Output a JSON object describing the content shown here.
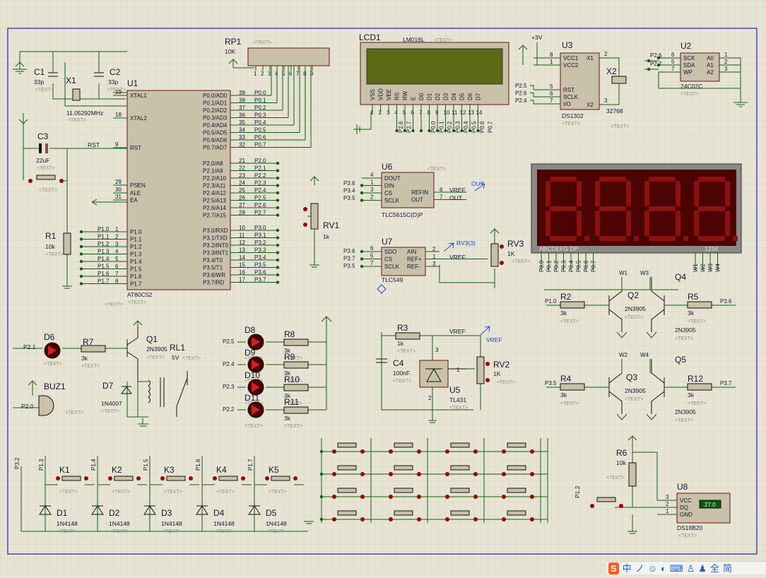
{
  "schematic": {
    "crystal_section": {
      "c1": {
        "ref": "C1",
        "value": "33p"
      },
      "c2": {
        "ref": "C2",
        "value": "33p"
      },
      "x1": {
        "ref": "X1",
        "value": "11.05292MHz"
      },
      "c3": {
        "ref": "C3",
        "value": "22uF"
      },
      "r1": {
        "ref": "R1",
        "value": "10k"
      }
    },
    "placeholder_text": "<TEXT>",
    "u1": {
      "ref": "U1",
      "part": "AT80C52",
      "left_pins": [
        {
          "num": "19",
          "name": "XTAL1"
        },
        {
          "num": "18",
          "name": "XTAL2"
        },
        {
          "num": "9",
          "name": "RST"
        },
        {
          "num": "29",
          "name": "PSEN"
        },
        {
          "num": "30",
          "name": "ALE"
        },
        {
          "num": "31",
          "name": "EA"
        }
      ],
      "rst_net": "RST",
      "p1_pins": [
        {
          "num": "1",
          "name": "P1.0",
          "net": "P1.0"
        },
        {
          "num": "2",
          "name": "P1.1",
          "net": "P1.1"
        },
        {
          "num": "3",
          "name": "P1.2",
          "net": "P1.2"
        },
        {
          "num": "4",
          "name": "P1.3",
          "net": "P1.3"
        },
        {
          "num": "5",
          "name": "P1.4",
          "net": "P1.4"
        },
        {
          "num": "6",
          "name": "P1.5",
          "net": "P1.5"
        },
        {
          "num": "7",
          "name": "P1.6",
          "net": "P1.6"
        },
        {
          "num": "8",
          "name": "P1.7",
          "net": "P1.7"
        }
      ],
      "p0_pins": [
        {
          "num": "39",
          "name": "P0.0/AD0",
          "net": "P0.0"
        },
        {
          "num": "38",
          "name": "P0.1/AD1",
          "net": "P0.1"
        },
        {
          "num": "37",
          "name": "P0.2/AD2",
          "net": "P0.2"
        },
        {
          "num": "36",
          "name": "P0.3/AD3",
          "net": "P0.3"
        },
        {
          "num": "35",
          "name": "P0.4/AD4",
          "net": "P0.4"
        },
        {
          "num": "34",
          "name": "P0.5/AD5",
          "net": "P0.5"
        },
        {
          "num": "33",
          "name": "P0.6/AD6",
          "net": "P0.6"
        },
        {
          "num": "32",
          "name": "P0.7/AD7",
          "net": "P0.7"
        }
      ],
      "p2_pins": [
        {
          "num": "21",
          "name": "P2.0/A8",
          "net": "P2.0"
        },
        {
          "num": "22",
          "name": "P2.1/A9",
          "net": "P2.1"
        },
        {
          "num": "23",
          "name": "P2.2/A10",
          "net": "P2.2"
        },
        {
          "num": "24",
          "name": "P2.3/A11",
          "net": "P2.3"
        },
        {
          "num": "25",
          "name": "P2.4/A12",
          "net": "P2.4"
        },
        {
          "num": "26",
          "name": "P2.5/A13",
          "net": "P2.5"
        },
        {
          "num": "27",
          "name": "P2.6/A14",
          "net": "P2.6"
        },
        {
          "num": "28",
          "name": "P2.7/A15",
          "net": "P2.7"
        }
      ],
      "p3_pins": [
        {
          "num": "10",
          "name": "P3.0/RXD",
          "net": "P3.0"
        },
        {
          "num": "11",
          "name": "P3.1/TXD",
          "net": "P3.1"
        },
        {
          "num": "12",
          "name": "P3.2/INT0",
          "net": "P3.2"
        },
        {
          "num": "13",
          "name": "P3.3/INT1",
          "net": "P3.3"
        },
        {
          "num": "14",
          "name": "P3.4/T0",
          "net": "P3.4"
        },
        {
          "num": "15",
          "name": "P3.5/T1",
          "net": "P3.5"
        },
        {
          "num": "16",
          "name": "P3.6/WR",
          "net": "P3.6"
        },
        {
          "num": "17",
          "name": "P3.7/RD",
          "net": "P3.7"
        }
      ]
    },
    "rp1": {
      "ref": "RP1",
      "value": "10K",
      "pins": [
        "1",
        "2",
        "3",
        "4",
        "5",
        "6",
        "7",
        "8",
        "9"
      ]
    },
    "lcd1": {
      "ref": "LCD1",
      "part": "LM016L",
      "pin_names": [
        "VSS",
        "VDD",
        "VEE",
        "RS",
        "RW",
        "E",
        "D0",
        "D1",
        "D2",
        "D3",
        "D4",
        "D5",
        "D6",
        "D7"
      ],
      "pin_nums": [
        "1",
        "2",
        "3",
        "4",
        "5",
        "6",
        "7",
        "8",
        "9",
        "10",
        "11",
        "12",
        "13",
        "14"
      ],
      "nets": [
        "P2.6",
        "P2.7",
        "P0.0",
        "P0.1",
        "P0.2",
        "P0.3",
        "P0.4",
        "P0.5",
        "P0.6",
        "P0.7"
      ]
    },
    "u3": {
      "ref": "U3",
      "part": "DS1302",
      "supply": "+3V",
      "left_pins": [
        {
          "num": "8",
          "name": "VCC1"
        },
        {
          "num": "1",
          "name": "VCC2"
        },
        {
          "num": "5",
          "name": "RST"
        },
        {
          "num": "6",
          "name": "SCLK"
        },
        {
          "num": "7",
          "name": "I/O"
        }
      ],
      "right_pins": [
        {
          "num": "2",
          "name": "X1"
        },
        {
          "num": "3",
          "name": "X2"
        }
      ],
      "nets": [
        "P2.5",
        "P2.6",
        "P2.4"
      ],
      "x2": {
        "ref": "X2",
        "value": "32768"
      }
    },
    "u2": {
      "ref": "U2",
      "part": "24C02C",
      "left_pins": [
        {
          "num": "6",
          "name": "SCK"
        },
        {
          "num": "5",
          "name": "SDA"
        },
        {
          "num": "7",
          "name": "WP"
        }
      ],
      "right_pins": [
        {
          "num": "1",
          "name": "A0"
        },
        {
          "num": "2",
          "name": "A1"
        },
        {
          "num": "3",
          "name": "A2"
        }
      ],
      "nets": [
        "P2.6",
        "P2.7"
      ]
    },
    "u6": {
      "ref": "U6",
      "part": "TLC5615C(D)P",
      "left_pins": [
        {
          "num": "4",
          "name": "DOUT"
        },
        {
          "num": "1",
          "name": "DIN"
        },
        {
          "num": "3",
          "name": "CS"
        },
        {
          "num": "2",
          "name": "SCLK"
        }
      ],
      "right_pins": [
        {
          "num": "6",
          "name": "REFIN"
        },
        {
          "num": "7",
          "name": "OUT"
        }
      ],
      "nets": [
        "P3.6",
        "P3.4",
        "P3.5"
      ],
      "vref_net": "VREF",
      "out_net": "OUT",
      "out_label": "OUT"
    },
    "rv1": {
      "ref": "RV1",
      "value": "1k"
    },
    "u7": {
      "ref": "U7",
      "part": "TLC549",
      "left_pins": [
        {
          "num": "6",
          "name": "SDO"
        },
        {
          "num": "5",
          "name": "CS"
        },
        {
          "num": "7",
          "name": "SCLK"
        }
      ],
      "right_pins": [
        {
          "num": "2",
          "name": "AIN"
        },
        {
          "num": "1",
          "name": "REF+"
        },
        {
          "num": "3",
          "name": "REF-"
        }
      ],
      "nets": [
        "P3.6",
        "P3.7",
        "P3.5"
      ],
      "rv_probe": "RV3(3)",
      "vref_net": "VREF"
    },
    "rv3": {
      "ref": "RV3",
      "value": "1K"
    },
    "display": {
      "segments_label": "ABCDEFG  DP",
      "digits_label": "1234",
      "digit_readout": "8.8.8.8",
      "seg_nets": [
        "P0.0",
        "P0.1",
        "P0.2",
        "P0.3",
        "P0.4",
        "P0.5",
        "P0.6",
        "P0.7"
      ],
      "digit_nets": [
        "W1",
        "W2",
        "W3",
        "W4"
      ]
    },
    "display_driver": {
      "q2": {
        "ref": "Q2",
        "part": "2N3905"
      },
      "q4": {
        "ref": "Q4",
        "part": "2N3905"
      },
      "q3": {
        "ref": "Q3",
        "part": "2N3905"
      },
      "q5": {
        "ref": "Q5",
        "part": "2N3905"
      },
      "r2": {
        "ref": "R2",
        "value": "3k",
        "net": "P1.0"
      },
      "r5": {
        "ref": "R5",
        "value": "3k",
        "net": "P3.6"
      },
      "r4": {
        "ref": "R4",
        "value": "3k",
        "net": "P3.5"
      },
      "r12": {
        "ref": "R12",
        "value": "3k",
        "net": "P3.7"
      },
      "w_labels": [
        "W1",
        "W3",
        "W2",
        "W4"
      ]
    },
    "relay_section": {
      "d6": {
        "ref": "D6",
        "net": "P2.1"
      },
      "r7": {
        "ref": "R7",
        "value": "3k"
      },
      "q1": {
        "ref": "Q1",
        "part": "2N3905"
      },
      "rl1": {
        "ref": "RL1",
        "value": "5V"
      },
      "d7": {
        "ref": "D7",
        "part": "1N4007"
      },
      "buz1": {
        "ref": "BUZ1",
        "net": "P2.0"
      }
    },
    "led_section": [
      {
        "led": "D8",
        "net": "P2.5",
        "res": "R8",
        "value": "3k"
      },
      {
        "led": "D9",
        "net": "P2.4",
        "res": "R9",
        "value": "3k"
      },
      {
        "led": "D10",
        "net": "P2.3",
        "res": "R10",
        "value": "3k"
      },
      {
        "led": "D11",
        "net": "P2.2",
        "res": "R11",
        "value": "3k"
      }
    ],
    "ref_section": {
      "r3": {
        "ref": "R3",
        "value": "1k"
      },
      "c4": {
        "ref": "C4",
        "value": "100nF"
      },
      "u5": {
        "ref": "U5",
        "part": "TL431"
      },
      "rv2": {
        "ref": "RV2",
        "value": "1K"
      },
      "vref_net": "VREF",
      "vref_label": "VREF"
    },
    "ds18b20": {
      "ref": "U8",
      "part": "DS18B20",
      "reading": "27.0",
      "pins": [
        {
          "num": "3",
          "name": "VCC"
        },
        {
          "num": "2",
          "name": "DQ"
        },
        {
          "num": "1",
          "name": "GND"
        }
      ],
      "r6": {
        "ref": "R6",
        "value": "10k"
      },
      "net": "P1.2"
    },
    "key_section": {
      "keys": [
        "K1",
        "K2",
        "K3",
        "K4",
        "K5"
      ],
      "diodes": [
        {
          "ref": "D1",
          "part": "1N4148"
        },
        {
          "ref": "D2",
          "part": "1N4148"
        },
        {
          "ref": "D3",
          "part": "1N4148"
        },
        {
          "ref": "D4",
          "part": "1N4148"
        },
        {
          "ref": "D5",
          "part": "1N4148"
        }
      ],
      "nets": [
        "P3.2",
        "P1.3",
        "P1.4",
        "P1.5",
        "P1.6",
        "P1.7"
      ]
    },
    "ime_toolbar": {
      "logo": "S",
      "items": [
        "中",
        "ノ",
        "☺",
        "◐",
        "⌨",
        "♙",
        "♟",
        "全",
        "简"
      ]
    }
  }
}
